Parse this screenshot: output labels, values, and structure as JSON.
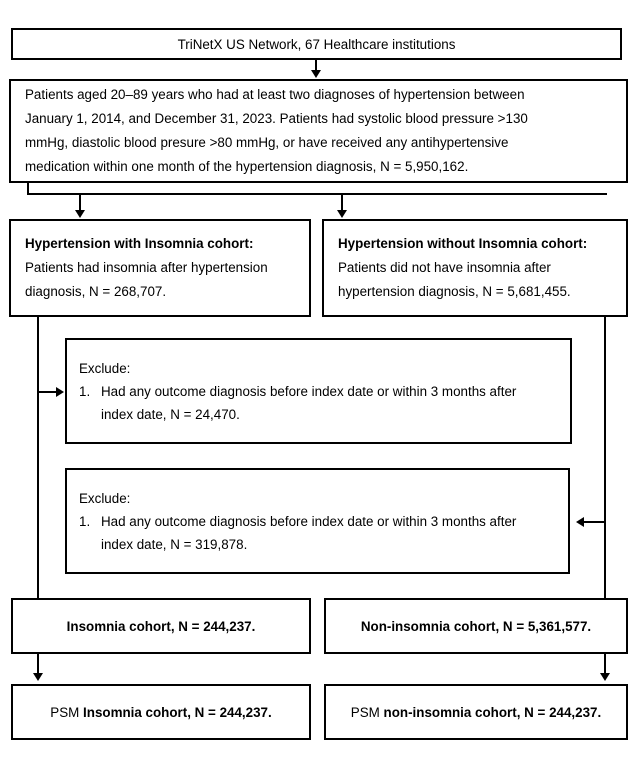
{
  "diagram": {
    "title": "TriNetX hypertension insomnia cohort flow diagram",
    "type": "flowchart",
    "nodes": {
      "source": {
        "text": "TriNetX US Network, 67 Healthcare institutions"
      },
      "inclusion": {
        "text": "Patients aged 20–89 years who had at least two diagnoses of hypertension between January 1, 2014, and December 31, 2023. Patients had systolic blood pressure >130 mmHg, diastolic blood presure >80 mmHg, or have received any antihypertensive medication within one month of the hypertension diagnosis, N = 5,950,162.",
        "lines": [
          "Patients aged 20–89 years who had at least two diagnoses of hypertension between",
          "January 1, 2014, and December 31, 2023. Patients had systolic blood pressure >130",
          "mmHg, diastolic blood presure >80 mmHg, or have received any antihypertensive",
          "medication within one month of the hypertension diagnosis, N = 5,950,162."
        ],
        "n": "5,950,162"
      },
      "cohort_with_insomnia": {
        "heading": "Hypertension with Insomnia cohort:",
        "lines": [
          "Patients had insomnia after hypertension",
          "diagnosis, N = 268,707."
        ],
        "n": "268,707"
      },
      "cohort_without_insomnia": {
        "heading": "Hypertension without Insomnia cohort:",
        "lines": [
          "Patients did not have insomnia after",
          "hypertension diagnosis, N = 5,681,455."
        ],
        "n": "5,681,455"
      },
      "exclude_insomnia": {
        "heading": "Exclude:",
        "number": "1.",
        "lines": [
          "Had any outcome diagnosis before index date or within 3 months after",
          "index date, N = 24,470."
        ],
        "n": "24,470"
      },
      "exclude_non_insomnia": {
        "heading": "Exclude:",
        "number": "1.",
        "lines": [
          "Had any outcome diagnosis before index date or within 3 months after",
          "index date, N = 319,878."
        ],
        "n": "319,878"
      },
      "insomnia_cohort": {
        "text": "Insomnia cohort, N = 244,237.",
        "n": "244,237"
      },
      "non_insomnia_cohort": {
        "text": "Non-insomnia cohort, N = 5,361,577.",
        "n": "5,361,577"
      },
      "psm_insomnia_cohort": {
        "prefix": "PSM ",
        "emphasis": "Insomnia cohort, N = 244,237.",
        "text": "PSM Insomnia cohort, N = 244,237.",
        "n": "244,237"
      },
      "psm_non_insomnia_cohort": {
        "prefix": "PSM ",
        "emphasis": "non-insomnia cohort, N = 244,237.",
        "text": "PSM non-insomnia cohort, N = 244,237.",
        "n": "244,237"
      }
    },
    "colors": {
      "border": "#000000",
      "background": "#ffffff",
      "text": "#000000"
    }
  }
}
